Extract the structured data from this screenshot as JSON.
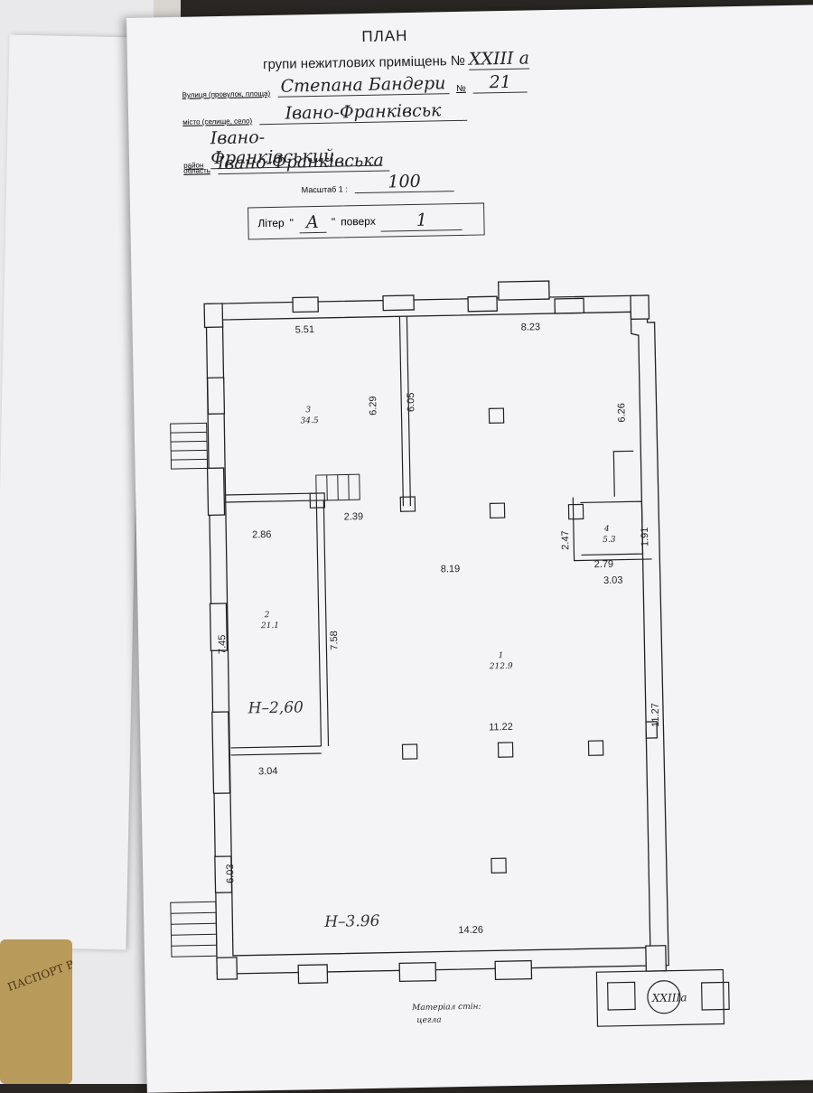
{
  "header": {
    "title": "ПЛАН",
    "subtitle": "групи нежитлових приміщень №",
    "group_number": "XXIII а",
    "street_label": "Вулиця (провулок, площа)",
    "street": "Степана Бандери",
    "house_label": "№",
    "house": "21",
    "city_label": "місто (селище, село)",
    "city": "Івано-Франківськ",
    "district_label": "район",
    "district": "Івано-Франківський",
    "region_label": "область",
    "region": "Івано-Франківська",
    "scale_label": "Масштаб 1 :",
    "scale": "100"
  },
  "letter_box": {
    "letter_label": "Літер",
    "letter": "А",
    "floor_label": "поверх",
    "floor": "1"
  },
  "plan": {
    "rooms": [
      {
        "number": "1",
        "area": "212.9"
      },
      {
        "number": "2",
        "area": "21.1"
      },
      {
        "number": "3",
        "area": "34.5"
      },
      {
        "number": "4",
        "area": "5.3"
      }
    ],
    "dimensions": {
      "d551": "5.51",
      "d823": "8.23",
      "d629": "6.29",
      "d605": "6.05",
      "d626": "6.26",
      "d239": "2.39",
      "d286": "2.86",
      "d819": "8.19",
      "d247": "2.47",
      "d191": "1.91",
      "d279": "2.79",
      "d303": "3.03",
      "d745": "7.45",
      "d758": "7.58",
      "d1122": "11.22",
      "d1127": "11.27",
      "d304": "3.04",
      "d603": "6.03",
      "d1426": "14.26"
    },
    "heights": {
      "h1": "Н–2,60",
      "h2": "Н–3.96"
    },
    "wall_material_label": "Матеріал стін:",
    "wall_material": "цегла",
    "group_mark": "XXIIIа"
  },
  "stamp_text": "ПАСПОРТ ВИГ"
}
